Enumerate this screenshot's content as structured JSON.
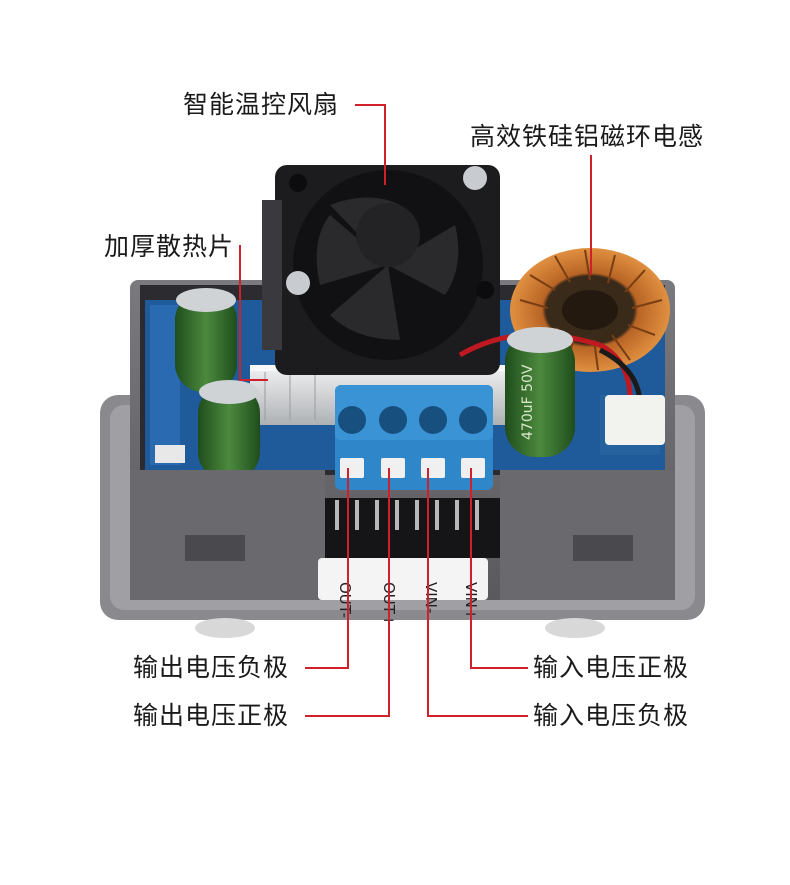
{
  "callouts": {
    "fan": "智能温控风扇",
    "inductor": "高效铁硅铝磁环电感",
    "heatsink": "加厚散热片",
    "out_neg": "输出电压负极",
    "out_pos": "输出电压正极",
    "in_pos": "输入电压正极",
    "in_neg": "输入电压负极"
  },
  "terminal_labels": [
    "OUT-",
    "OUT+",
    "VIN-",
    "VIN+"
  ],
  "capacitor_markings": [
    "470uF",
    "50V"
  ],
  "colors": {
    "leader_line": "#d0202a",
    "terminal_block": "#2f86c8",
    "housing": "#6e6e72",
    "pcb": "#1f5a9a",
    "fan": "#1c1c1e",
    "copper_coil": "#c7702a",
    "capacitor": "#2f6a2a",
    "heatsink": "#d8dadc"
  }
}
